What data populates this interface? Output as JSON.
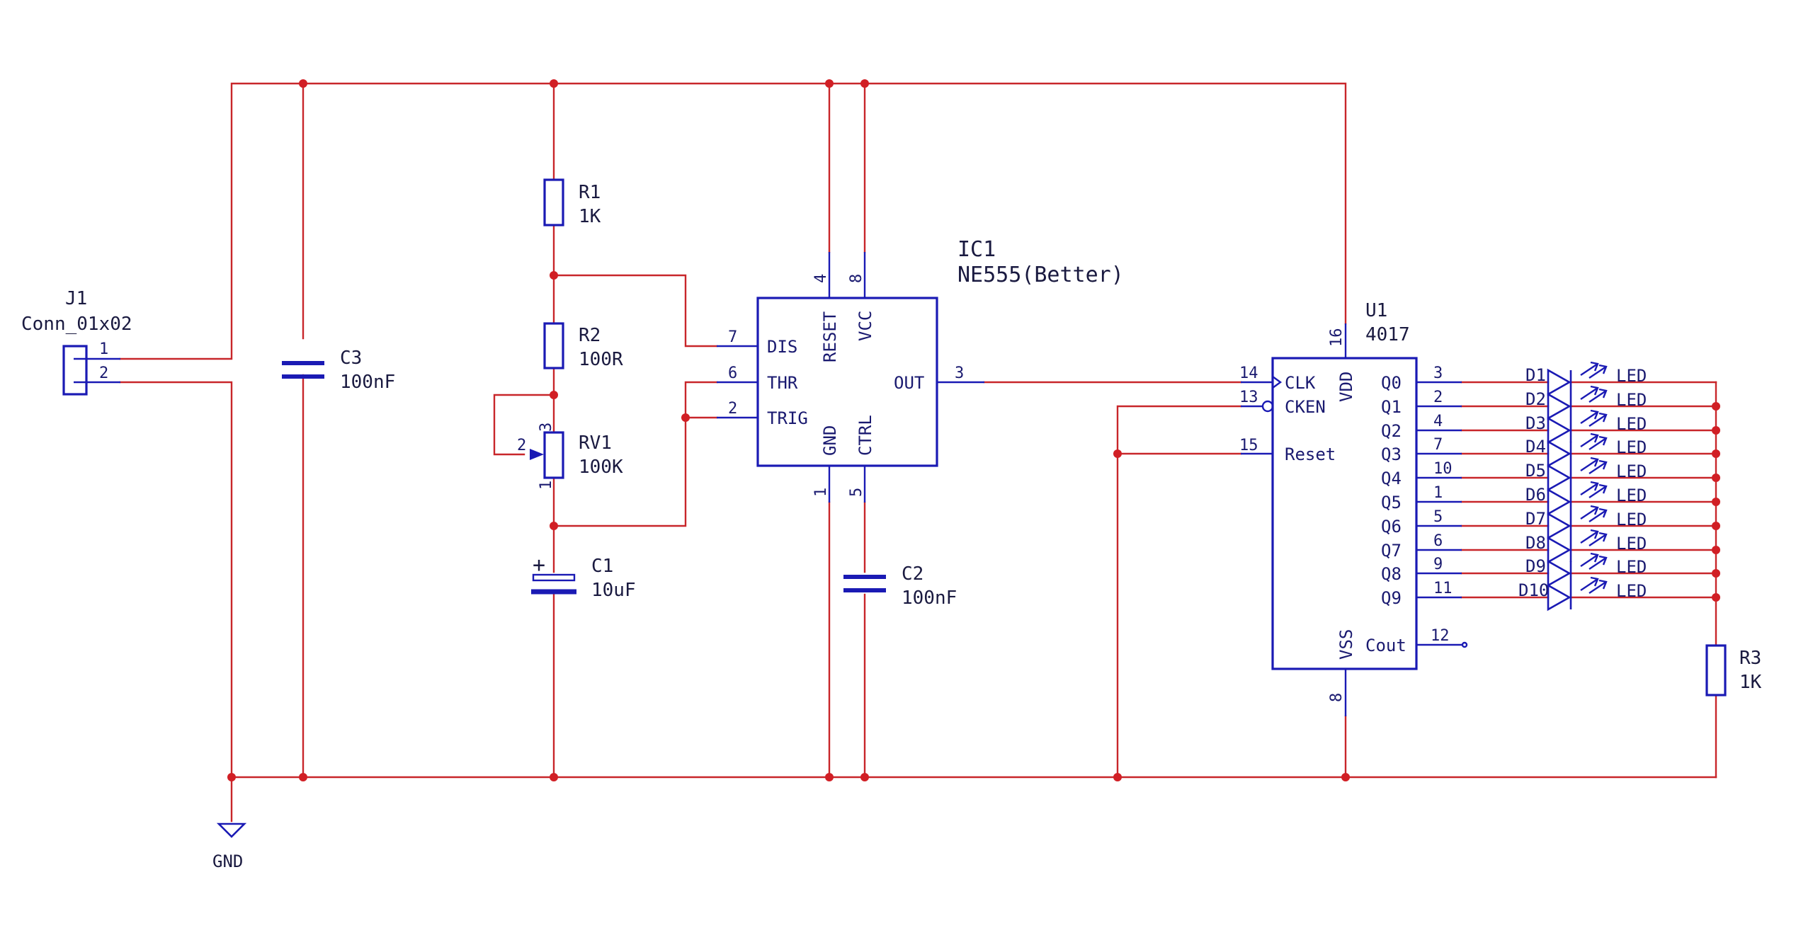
{
  "components": {
    "j1": {
      "ref": "J1",
      "value": "Conn_01x02",
      "pins": [
        "1",
        "2"
      ]
    },
    "c3": {
      "ref": "C3",
      "value": "100nF"
    },
    "r1": {
      "ref": "R1",
      "value": "1K"
    },
    "r2": {
      "ref": "R2",
      "value": "100R"
    },
    "rv1": {
      "ref": "RV1",
      "value": "100K",
      "pins": [
        "3",
        "2",
        "1"
      ]
    },
    "c1": {
      "ref": "C1",
      "value": "10uF",
      "polarity": "+"
    },
    "ic1": {
      "ref": "IC1",
      "value": "NE555(Better)",
      "pins": {
        "dis": {
          "num": "7",
          "name": "DIS"
        },
        "thr": {
          "num": "6",
          "name": "THR"
        },
        "trig": {
          "num": "2",
          "name": "TRIG"
        },
        "out": {
          "num": "3",
          "name": "OUT"
        },
        "reset": {
          "num": "4",
          "name": "RESET"
        },
        "vcc": {
          "num": "8",
          "name": "VCC"
        },
        "gnd": {
          "num": "1",
          "name": "GND"
        },
        "ctrl": {
          "num": "5",
          "name": "CTRL"
        }
      }
    },
    "c2": {
      "ref": "C2",
      "value": "100nF"
    },
    "u1": {
      "ref": "U1",
      "value": "4017",
      "pins": {
        "clk": {
          "num": "14",
          "name": "CLK"
        },
        "cken": {
          "num": "13",
          "name": "CKEN"
        },
        "reset": {
          "num": "15",
          "name": "Reset"
        },
        "vdd": {
          "num": "16",
          "name": "VDD"
        },
        "vss": {
          "num": "8",
          "name": "VSS"
        },
        "cout": {
          "num": "12",
          "name": "Cout"
        }
      },
      "outputs": [
        {
          "name": "Q0",
          "num": "3"
        },
        {
          "name": "Q1",
          "num": "2"
        },
        {
          "name": "Q2",
          "num": "4"
        },
        {
          "name": "Q3",
          "num": "7"
        },
        {
          "name": "Q4",
          "num": "10"
        },
        {
          "name": "Q5",
          "num": "1"
        },
        {
          "name": "Q6",
          "num": "5"
        },
        {
          "name": "Q7",
          "num": "6"
        },
        {
          "name": "Q8",
          "num": "9"
        },
        {
          "name": "Q9",
          "num": "11"
        }
      ]
    },
    "leds": [
      {
        "ref": "D1",
        "value": "LED"
      },
      {
        "ref": "D2",
        "value": "LED"
      },
      {
        "ref": "D3",
        "value": "LED"
      },
      {
        "ref": "D4",
        "value": "LED"
      },
      {
        "ref": "D5",
        "value": "LED"
      },
      {
        "ref": "D6",
        "value": "LED"
      },
      {
        "ref": "D7",
        "value": "LED"
      },
      {
        "ref": "D8",
        "value": "LED"
      },
      {
        "ref": "D9",
        "value": "LED"
      },
      {
        "ref": "D10",
        "value": "LED"
      }
    ],
    "r3": {
      "ref": "R3",
      "value": "1K"
    },
    "gnd": {
      "label": "GND"
    }
  },
  "colors": {
    "wire": "#c8262a",
    "symbol": "#1a1ab4",
    "junction": "#d11f25",
    "text": "#1a1a40"
  }
}
